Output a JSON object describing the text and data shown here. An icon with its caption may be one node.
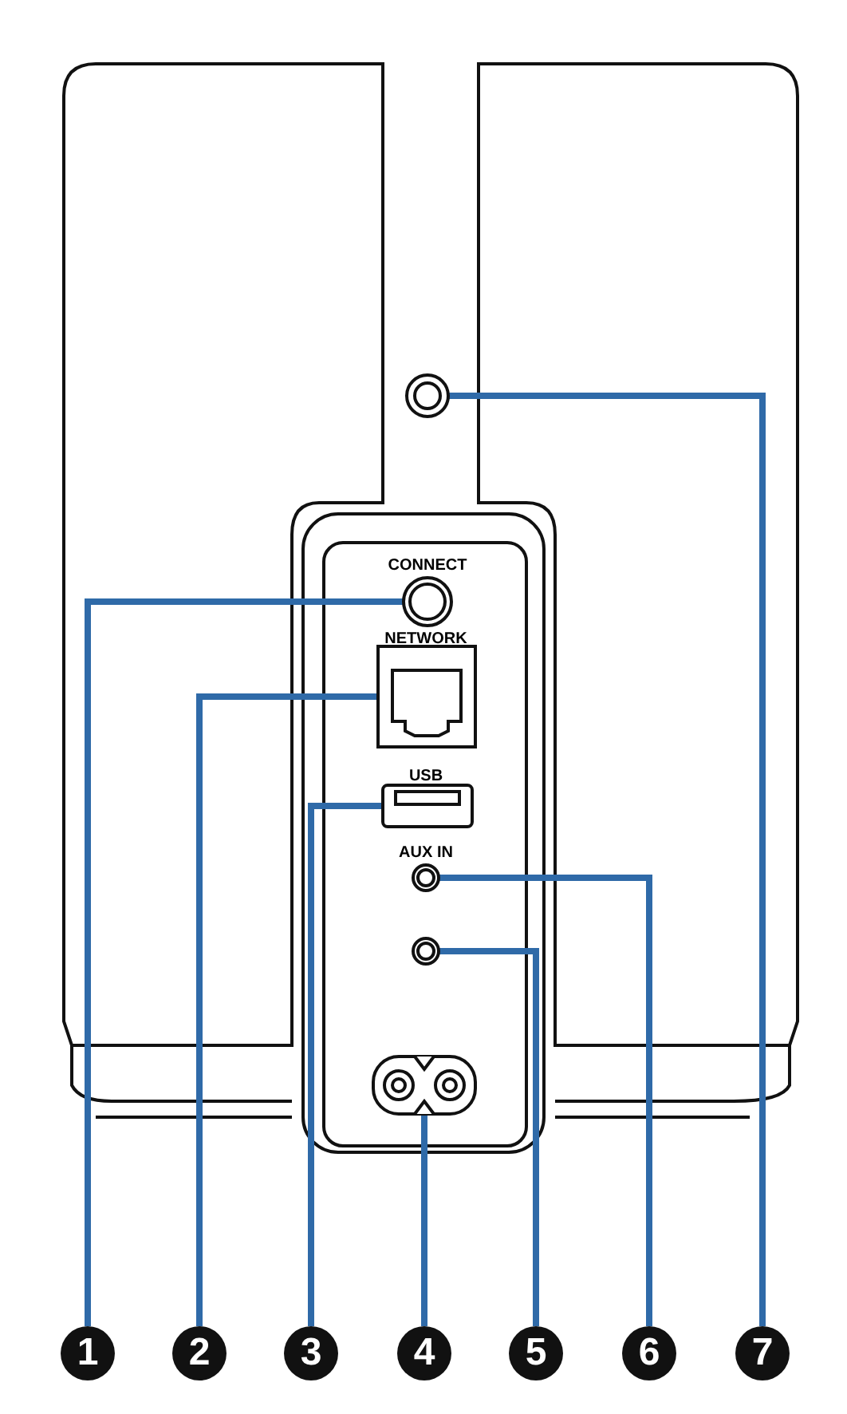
{
  "diagram": {
    "nodes": [
      {
        "text": [],
        "shape": "circle"
      },
      {
        "text": [],
        "shape": "circle"
      },
      {
        "text": [],
        "shape": "box"
      },
      {
        "text": [],
        "shape": "box"
      },
      {
        "text": [],
        "shape": "circle"
      },
      {
        "text": [],
        "shape": "circle"
      },
      {
        "text": [],
        "shape": "box"
      },
      {
        "text": [
          "1"
        ]
      },
      {
        "text": [
          "2"
        ]
      },
      {
        "text": [
          "3"
        ]
      },
      {
        "text": [
          "4"
        ]
      },
      {
        "text": [
          "5"
        ]
      },
      {
        "text": [
          "6"
        ]
      },
      {
        "text": [
          "7"
        ]
      }
    ],
    "edges": [
      {
        "from": 7,
        "to": 1,
        "arrow": "none"
      },
      {
        "from": 8,
        "to": 2,
        "arrow": "none"
      },
      {
        "from": 9,
        "to": 3,
        "arrow": "none"
      },
      {
        "from": 10,
        "to": 6,
        "arrow": "none"
      },
      {
        "from": 11,
        "to": 5,
        "arrow": "none"
      },
      {
        "from": 12,
        "to": 4,
        "arrow": "none"
      },
      {
        "from": 13,
        "to": 0,
        "arrow": "none"
      }
    ],
    "labels": [
      "CONNECT",
      "NETWORK",
      "USB",
      "AUX IN"
    ]
  }
}
